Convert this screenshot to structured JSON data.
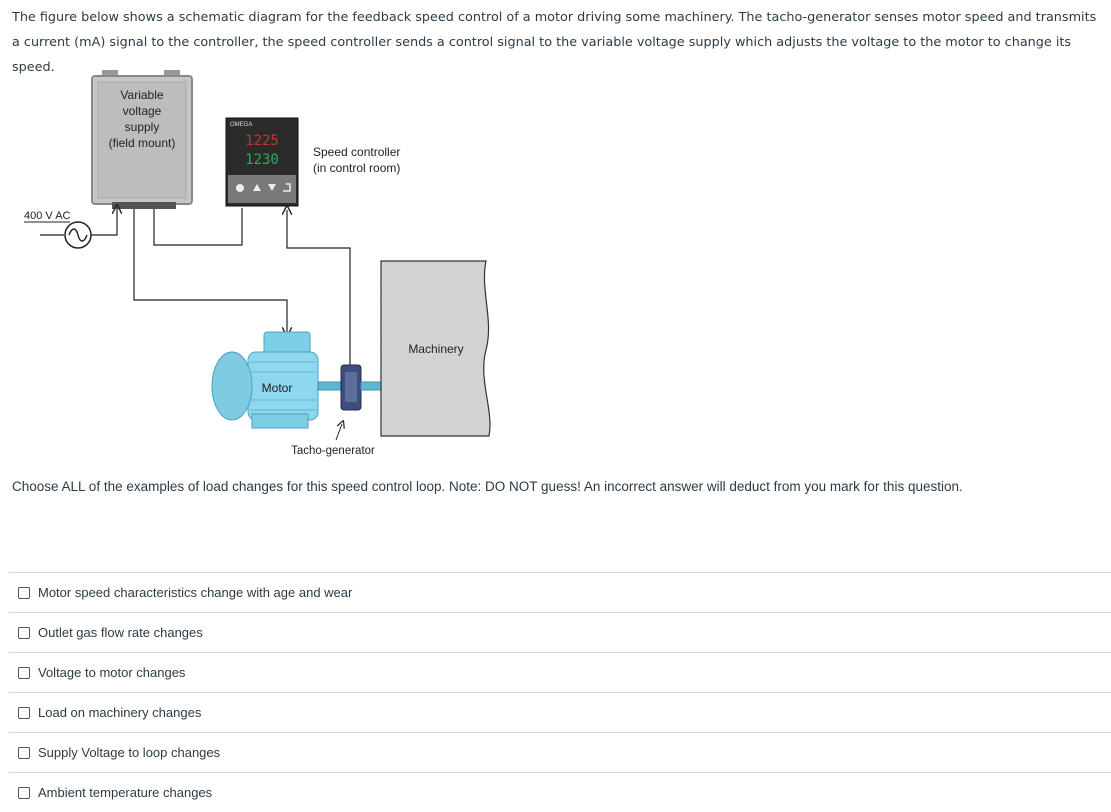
{
  "intro_text": "The figure below shows a schematic diagram for the feedback speed control of a motor driving some machinery. The tacho-generator senses motor speed and transmits a current (mA) signal to the controller, the speed controller sends a control signal to the variable voltage supply which adjusts the voltage to the motor to change its speed.",
  "diagram": {
    "supply_line1": "Variable",
    "supply_line2": "voltage",
    "supply_line3": "supply",
    "supply_line4": "(field mount)",
    "source_label": "400 V AC",
    "controller_brand": "OMEGA",
    "controller_pv": "1225",
    "controller_sv": "1230",
    "controller_line1": "Speed controller",
    "controller_line2": "(in control room)",
    "motor_label": "Motor",
    "tacho_label": "Tacho-generator",
    "machinery_label": "Machinery"
  },
  "question_text": "Choose ALL of the examples of load changes for this speed control loop.  Note: DO NOT guess! An incorrect answer will deduct from you mark for this question.",
  "options": [
    {
      "label": "Motor speed characteristics change with age and wear"
    },
    {
      "label": "Outlet gas flow rate changes"
    },
    {
      "label": "Voltage to motor changes"
    },
    {
      "label": "Load on machinery changes"
    },
    {
      "label": "Supply Voltage to loop changes"
    },
    {
      "label": "Ambient temperature changes"
    }
  ]
}
